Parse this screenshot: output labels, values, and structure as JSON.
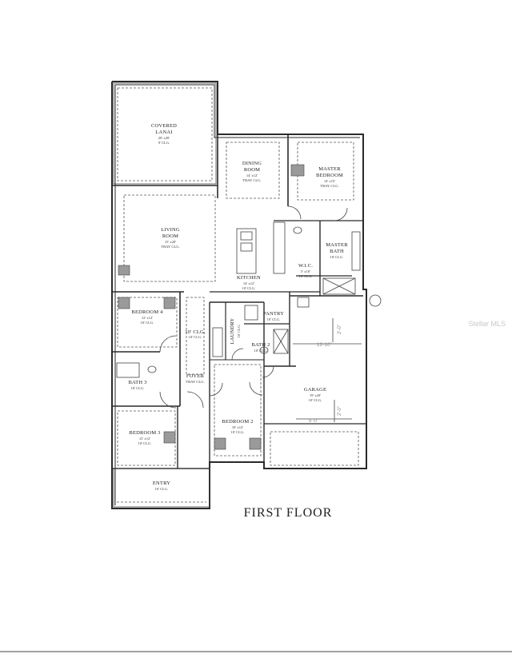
{
  "watermark": "Stellar MLS",
  "floor_title": "FIRST FLOOR",
  "rooms": {
    "lanai": {
      "name": "COVERED",
      "name2": "LANAI",
      "dim": "20' x20'",
      "ceil": "9' CLG."
    },
    "dining": {
      "name": "DINING",
      "name2": "ROOM",
      "dim": "14' x12'",
      "ceil": "TRAY CLG."
    },
    "master_bed": {
      "name": "MASTER",
      "name2": "BEDROOM",
      "dim": "14' x15'",
      "ceil": "TRAY CLG."
    },
    "living": {
      "name": "LIVING",
      "name2": "ROOM",
      "dim": "15' x20'",
      "ceil": "TRAY CLG."
    },
    "master_bath": {
      "name": "MASTER",
      "name2": "BATH",
      "ceil": "10' CLG."
    },
    "wic": {
      "name": "W.I.C.",
      "dim": "5' x10'",
      "ceil": "10' CLG."
    },
    "kitchen": {
      "name": "KITCHEN",
      "dim": "14' x12'",
      "ceil": "10' CLG."
    },
    "bedroom4": {
      "name": "BEDROOM 4",
      "dim": "12' x12'",
      "ceil": "10' CLG."
    },
    "pantry": {
      "name": "PANTRY",
      "ceil": "10' CLG."
    },
    "laundry": {
      "name": "LAUNDRY",
      "ceil": "10' CLG."
    },
    "bath2": {
      "name": "BATH 2",
      "ceil": "10' CLG."
    },
    "bath3": {
      "name": "BATH 3",
      "ceil": "10' CLG."
    },
    "foyer": {
      "name": "FOYER",
      "ceil": "TRAY CLG."
    },
    "hall": {
      "dim": "10' CLG.",
      "ceil": "10' CLG."
    },
    "garage": {
      "name": "GARAGE",
      "dim": "19' x20'",
      "ceil": "10' CLG."
    },
    "bedroom3": {
      "name": "BEDROOM 3",
      "dim": "12' x12'",
      "ceil": "10' CLG."
    },
    "bedroom2": {
      "name": "BEDROOM 2",
      "dim": "10' x12'",
      "ceil": "10' CLG."
    },
    "entry": {
      "name": "ENTRY",
      "ceil": "10' CLG."
    }
  },
  "garage_dims": {
    "w_top": "13'-10\"",
    "w_bot": "9'-0\"",
    "h1": "2'-0\"",
    "h2": "2'-0\""
  }
}
